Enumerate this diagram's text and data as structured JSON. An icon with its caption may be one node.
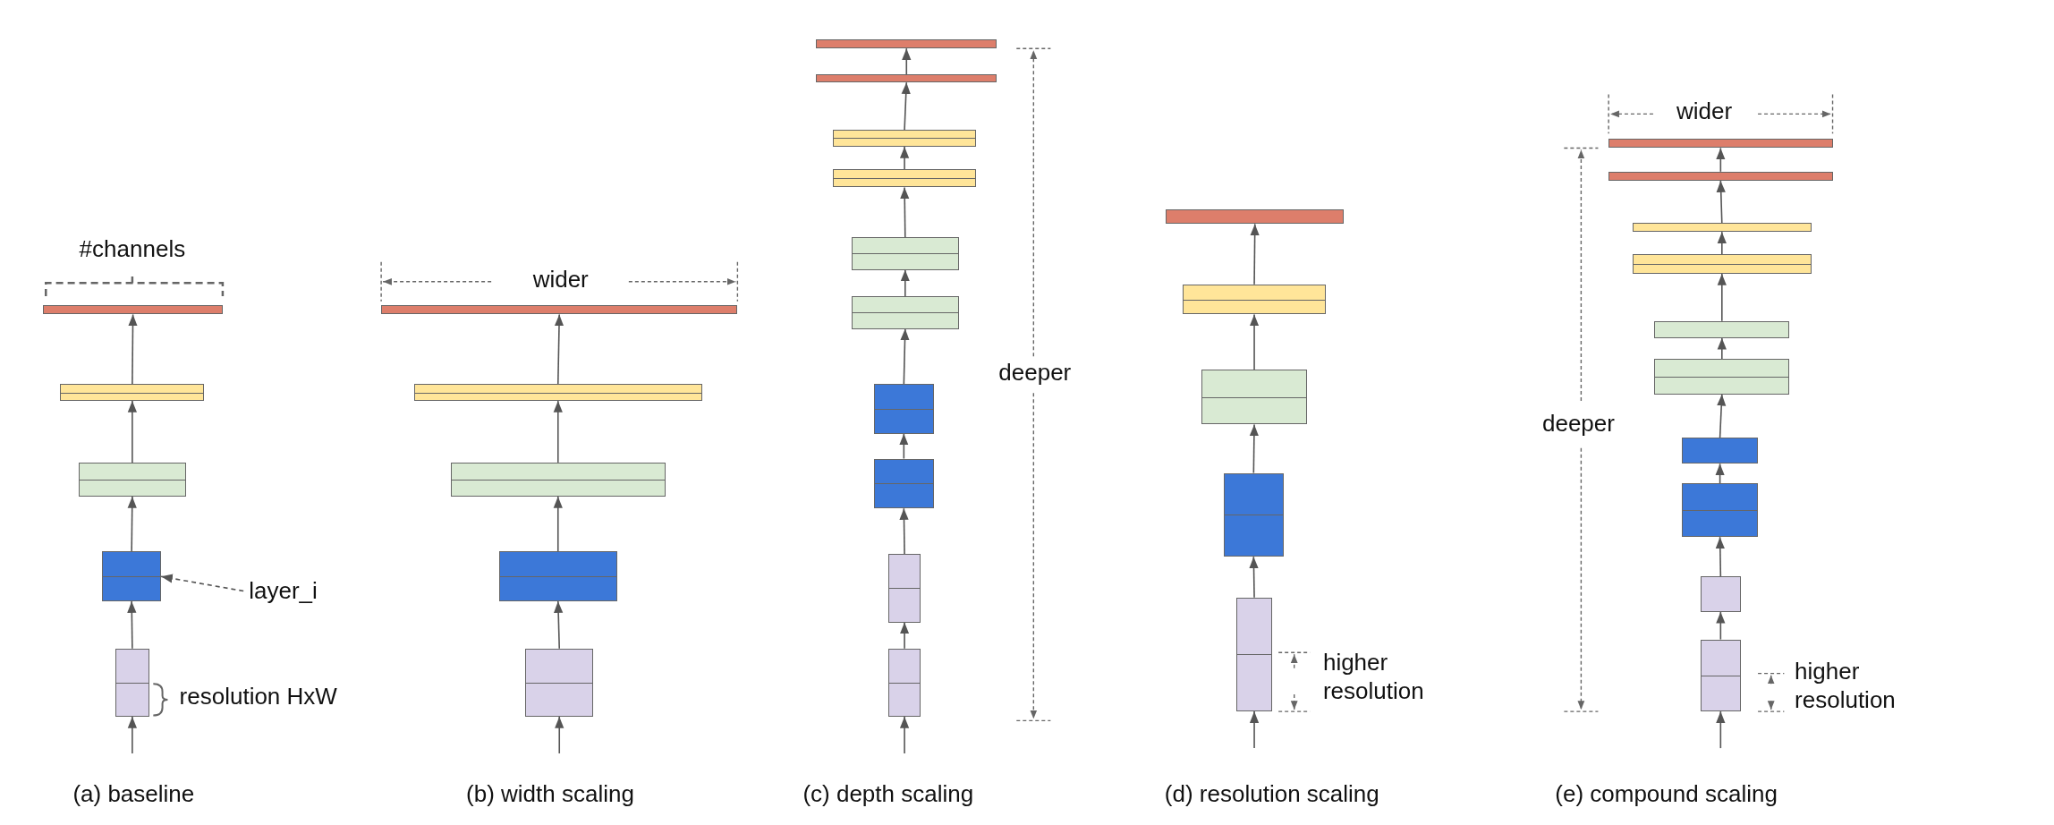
{
  "diagram": {
    "nodes": [
      {
        "text": [],
        "shape": "box"
      },
      {
        "text": [],
        "shape": "box"
      },
      {
        "text": [],
        "shape": "box"
      },
      {
        "text": [],
        "shape": "box"
      },
      {
        "text": [],
        "shape": "box"
      },
      {
        "text": [
          "layer_i"
        ]
      },
      {
        "text": [],
        "shape": "box"
      },
      {
        "text": [],
        "shape": "box"
      },
      {
        "text": [],
        "shape": "box"
      },
      {
        "text": [],
        "shape": "box"
      },
      {
        "text": [],
        "shape": "box"
      },
      {
        "text": [],
        "shape": "box"
      },
      {
        "text": [],
        "shape": "box"
      },
      {
        "text": [],
        "shape": "box"
      },
      {
        "text": [],
        "shape": "box"
      },
      {
        "text": [],
        "shape": "box"
      },
      {
        "text": [],
        "shape": "box"
      },
      {
        "text": [],
        "shape": "box"
      },
      {
        "text": [],
        "shape": "box"
      },
      {
        "text": [],
        "shape": "box"
      },
      {
        "text": [],
        "shape": "box"
      },
      {
        "text": [],
        "shape": "box"
      },
      {
        "text": [],
        "shape": "box"
      },
      {
        "text": [],
        "shape": "box"
      },
      {
        "text": [],
        "shape": "box"
      },
      {
        "text": [],
        "shape": "box"
      },
      {
        "text": [],
        "shape": "box"
      },
      {
        "text": [],
        "shape": "box"
      },
      {
        "text": [],
        "shape": "box"
      },
      {
        "text": [],
        "shape": "box"
      },
      {
        "text": [],
        "shape": "box"
      },
      {
        "text": [],
        "shape": "box"
      },
      {
        "text": [],
        "shape": "box"
      },
      {
        "text": [],
        "shape": "box"
      },
      {
        "text": [],
        "shape": "box"
      },
      {
        "text": [],
        "shape": "box"
      }
    ],
    "edges": [
      {
        "from": null,
        "to": 4,
        "arrow": "to"
      },
      {
        "from": 4,
        "to": 3,
        "arrow": "to"
      },
      {
        "from": 3,
        "to": 2,
        "arrow": "to"
      },
      {
        "from": 2,
        "to": 1,
        "arrow": "to"
      },
      {
        "from": 1,
        "to": 0,
        "arrow": "to"
      },
      {
        "from": 5,
        "to": 3,
        "arrow": "to",
        "style": "dashed"
      },
      {
        "from": null,
        "to": 10,
        "arrow": "to"
      },
      {
        "from": 10,
        "to": 9,
        "arrow": "to"
      },
      {
        "from": 9,
        "to": 8,
        "arrow": "to"
      },
      {
        "from": 8,
        "to": 7,
        "arrow": "to"
      },
      {
        "from": 7,
        "to": 6,
        "arrow": "to"
      },
      {
        "from": null,
        "to": 20,
        "arrow": "to"
      },
      {
        "from": 20,
        "to": 19,
        "arrow": "to"
      },
      {
        "from": 19,
        "to": 18,
        "arrow": "to"
      },
      {
        "from": 18,
        "to": 17,
        "arrow": "to"
      },
      {
        "from": 17,
        "to": 16,
        "arrow": "to"
      },
      {
        "from": 16,
        "to": 15,
        "arrow": "to"
      },
      {
        "from": 15,
        "to": 14,
        "arrow": "to"
      },
      {
        "from": 14,
        "to": 13,
        "arrow": "to"
      },
      {
        "from": 13,
        "to": 12,
        "arrow": "to"
      },
      {
        "from": 12,
        "to": 11,
        "arrow": "to"
      },
      {
        "from": null,
        "to": 25,
        "arrow": "to"
      },
      {
        "from": 25,
        "to": 24,
        "arrow": "to"
      },
      {
        "from": 24,
        "to": 23,
        "arrow": "to"
      },
      {
        "from": 23,
        "to": 22,
        "arrow": "to"
      },
      {
        "from": 22,
        "to": 21,
        "arrow": "to"
      },
      {
        "from": null,
        "to": 35,
        "arrow": "to"
      },
      {
        "from": 35,
        "to": 34,
        "arrow": "to"
      },
      {
        "from": 34,
        "to": 33,
        "arrow": "to"
      },
      {
        "from": 33,
        "to": 32,
        "arrow": "to"
      },
      {
        "from": 32,
        "to": 31,
        "arrow": "to"
      },
      {
        "from": 31,
        "to": 30,
        "arrow": "to"
      },
      {
        "from": 30,
        "to": 29,
        "arrow": "to"
      },
      {
        "from": 29,
        "to": 28,
        "arrow": "to"
      },
      {
        "from": 28,
        "to": 27,
        "arrow": "to"
      },
      {
        "from": 27,
        "to": 26,
        "arrow": "to"
      }
    ],
    "labels": [
      "#channels",
      "resolution HxW",
      "(a) baseline",
      "wider",
      "(b) width scaling",
      "deeper",
      "(c) depth scaling",
      "higher resolution",
      "(d) resolution scaling",
      "wider",
      "deeper",
      "higher resolution",
      "(e) compound scaling"
    ]
  }
}
